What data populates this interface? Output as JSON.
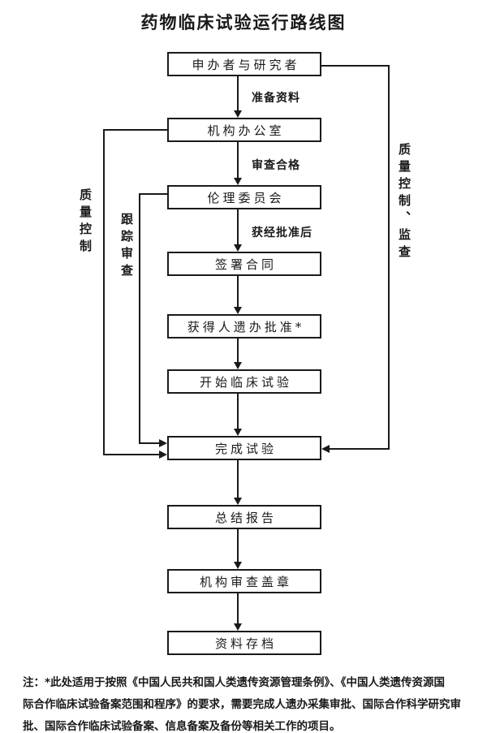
{
  "title": "药物临床试验运行路线图",
  "flow": {
    "boxes": [
      {
        "id": "sponsor",
        "label": "申办者与研究者"
      },
      {
        "id": "office",
        "label": "机构办公室"
      },
      {
        "id": "ethics",
        "label": "伦理委员会"
      },
      {
        "id": "contract",
        "label": "签署合同"
      },
      {
        "id": "hgrac",
        "label": "获得人遗办批准*"
      },
      {
        "id": "start",
        "label": "开始临床试验"
      },
      {
        "id": "complete",
        "label": "完成试验"
      },
      {
        "id": "report",
        "label": "总结报告"
      },
      {
        "id": "seal",
        "label": "机构审查盖章"
      },
      {
        "id": "archive",
        "label": "资料存档"
      }
    ],
    "edge_labels": [
      {
        "label": "准备资料"
      },
      {
        "label": "审查合格"
      },
      {
        "label": "获经批准后"
      }
    ],
    "side_labels": {
      "left_outer": "质量控制",
      "left_inner": "跟踪审查",
      "right": "质量控制、监查"
    }
  },
  "note": {
    "lines": [
      "注：*此处适用于按照《中国人民共和国人类遗传资源管理条例》、《中国人类遗传资源国",
      "际合作临床试验备案范围和程序》的要求，需要完成人遗办采集审批、国际合作科学研究审",
      "批、国际合作临床试验备案、信息备案及备份等相关工作的项目。"
    ]
  },
  "colors": {
    "ink": "#1a1a1a",
    "background": "#ffffff"
  }
}
